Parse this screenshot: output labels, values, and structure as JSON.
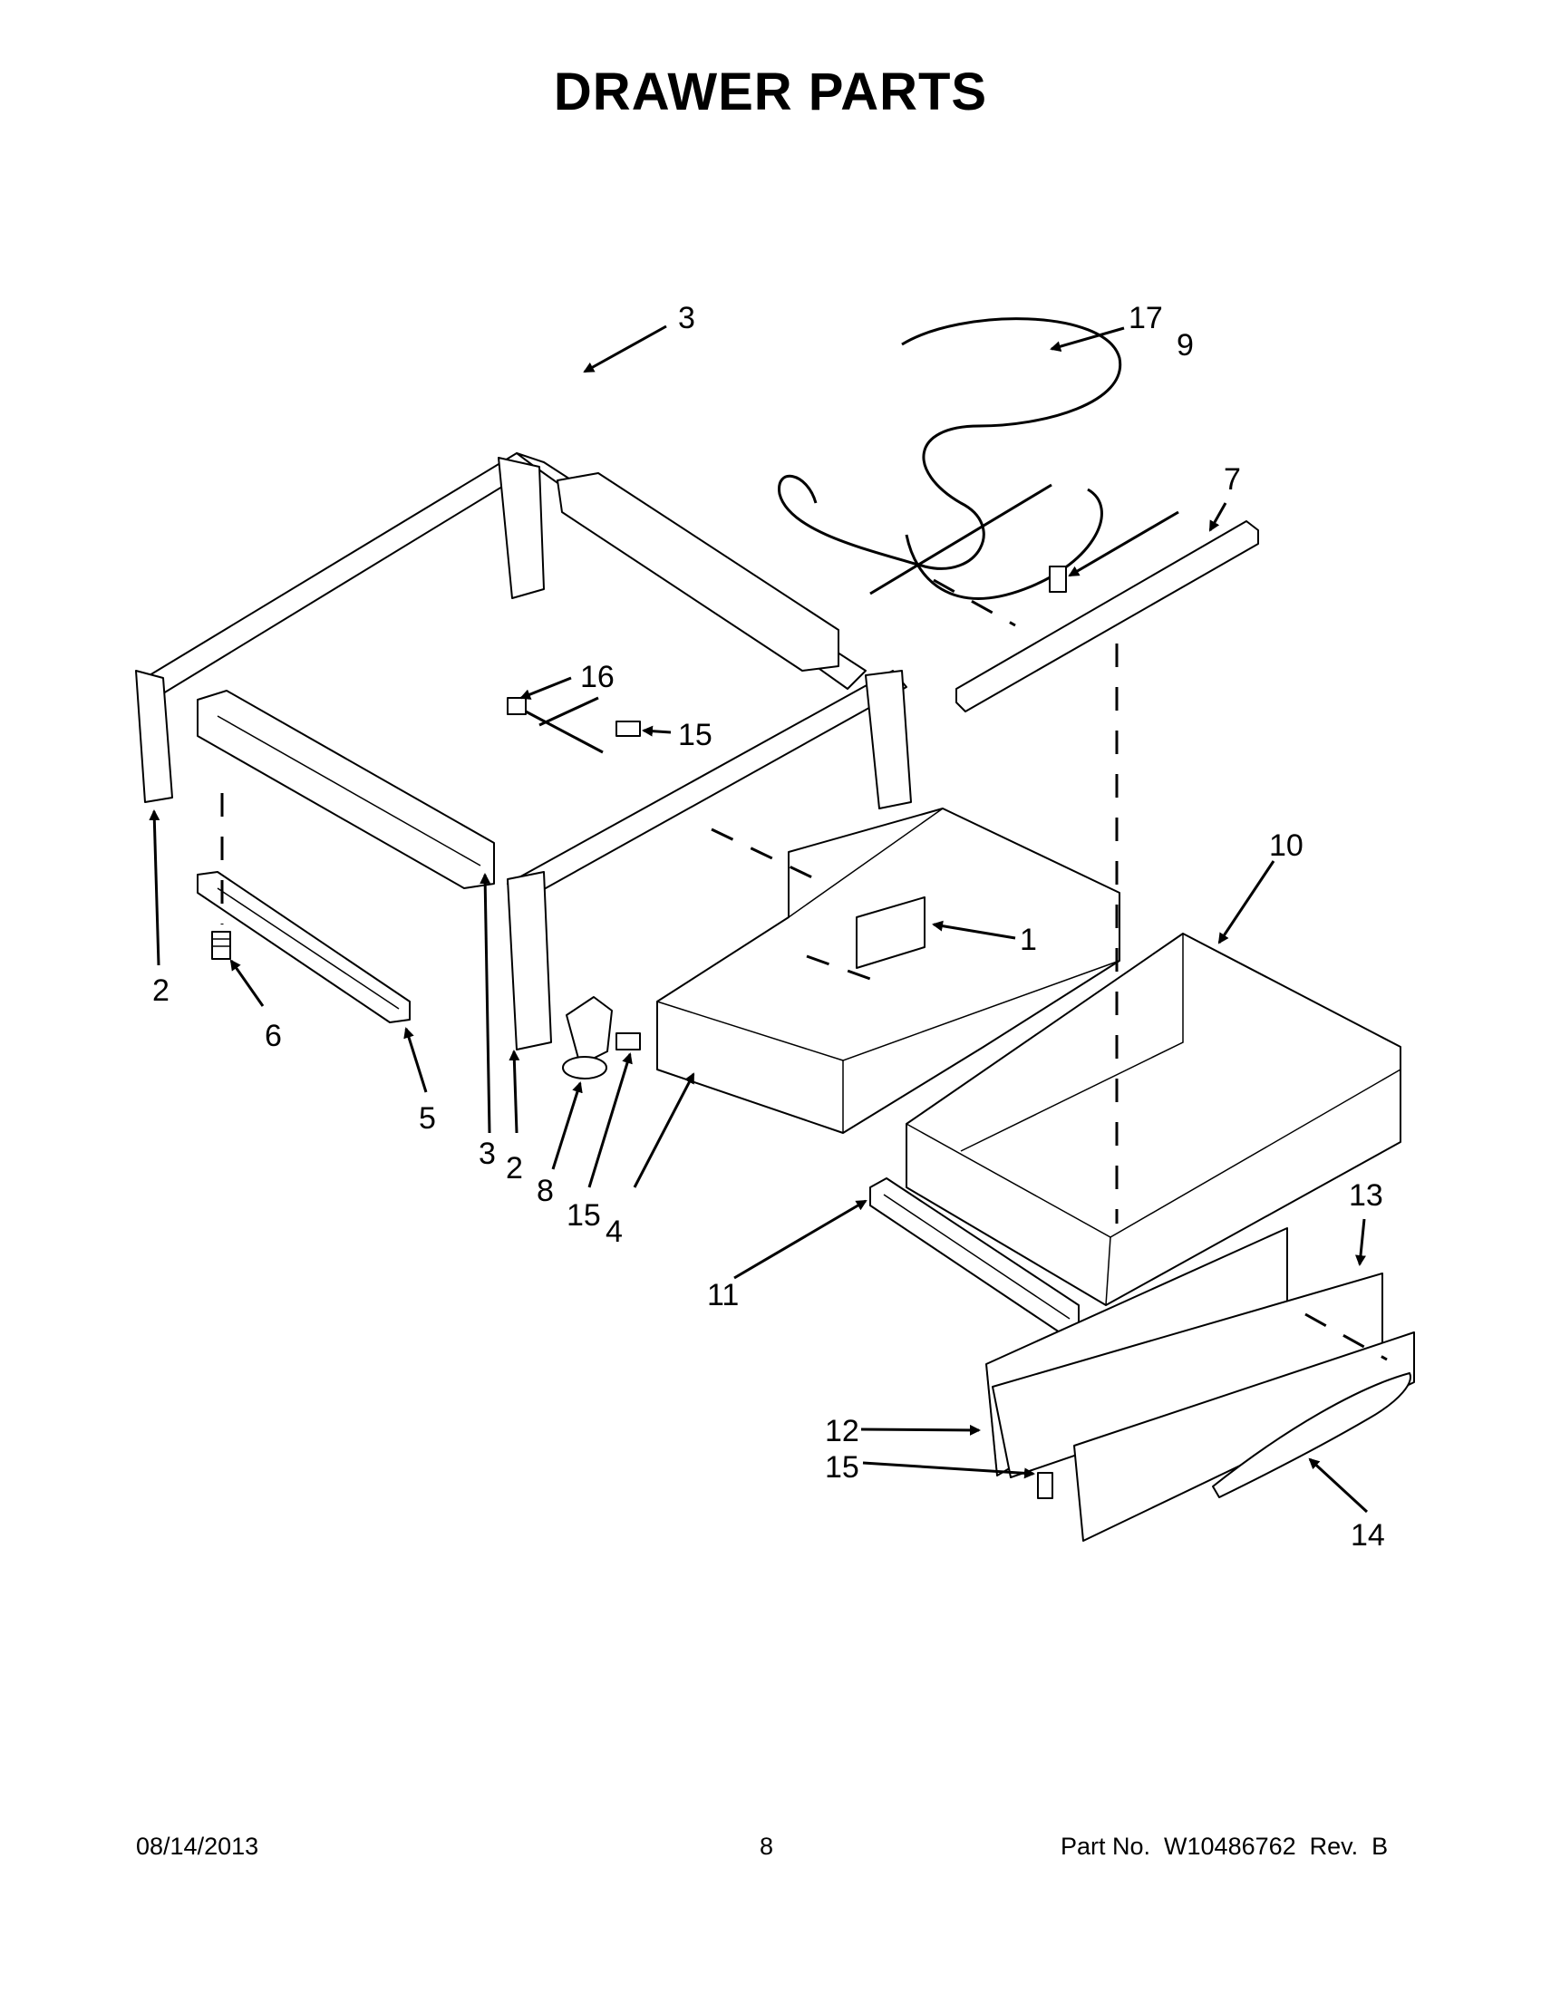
{
  "title": "DRAWER PARTS",
  "callouts": {
    "c1": "1",
    "c2a": "2",
    "c2b": "2",
    "c3a": "3",
    "c3b": "3",
    "c4": "4",
    "c5": "5",
    "c6": "6",
    "c7": "7",
    "c8": "8",
    "c9": "9",
    "c10": "10",
    "c11": "11",
    "c12": "12",
    "c13": "13",
    "c14": "14",
    "c15a": "15",
    "c15b": "15",
    "c15c": "15",
    "c16": "16",
    "c17": "17"
  },
  "footer": {
    "date": "08/14/2013",
    "page": "8",
    "part_number": "Part No.  W10486762  Rev.  B"
  }
}
